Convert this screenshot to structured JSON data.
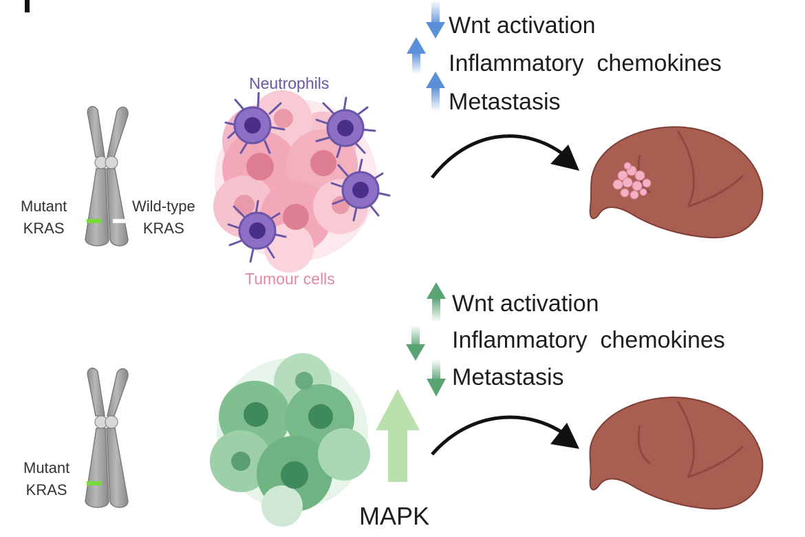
{
  "panel_letter": "I",
  "top": {
    "chrom_left_label": [
      "Mutant",
      "KRAS"
    ],
    "chrom_right_label": [
      "Wild-type",
      "KRAS"
    ],
    "neutrophils_label": "Neutrophils",
    "tumour_label": "Tumour cells",
    "effects": [
      {
        "text": "Wnt activation",
        "direction": "down"
      },
      {
        "text": "Inflammatory  chemokines",
        "direction": "up"
      },
      {
        "text": "Metastasis",
        "direction": "up"
      }
    ]
  },
  "bottom": {
    "chrom_label": [
      "Mutant",
      "KRAS"
    ],
    "effects": [
      {
        "text": "Wnt activation",
        "direction": "up"
      },
      {
        "text": "Inflammatory  chemokines",
        "direction": "down"
      },
      {
        "text": "Metastasis",
        "direction": "down"
      }
    ],
    "pathway_label": "MAPK"
  },
  "colors": {
    "neutrophil_text": "#6a56a8",
    "tumour_text": "#e08aa0",
    "arrow_blue": "#5b8fd9",
    "arrow_green": "#5aa373",
    "mapk_arrow": "#b9e0ad",
    "liver": "#a95e52",
    "mutant_band": "#7ad93a"
  }
}
